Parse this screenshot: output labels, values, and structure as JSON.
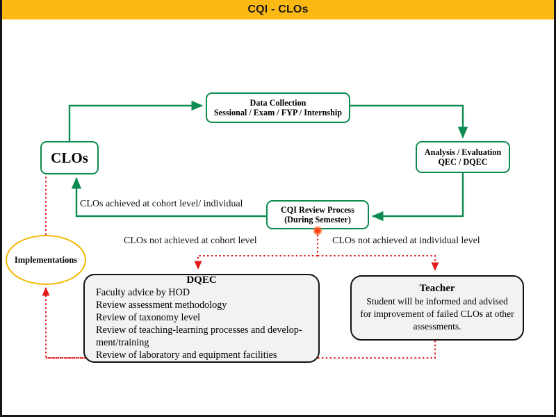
{
  "header": {
    "title": "CQI - CLOs",
    "bar_color": "#FDB913"
  },
  "colors": {
    "green_flow": "#0d8a4f",
    "red_dotted": "#e11b1b",
    "ellipse_gold": "#F2B705",
    "box_dark": "#111111",
    "box_fill": "#f2f2f2"
  },
  "nodes": {
    "clos": {
      "label": "CLOs"
    },
    "data_collection": {
      "line1": "Data Collection",
      "line2": "Sessional / Exam / FYP / Internship"
    },
    "analysis": {
      "line1": "Analysis / Evaluation",
      "line2": "QEC / DQEC"
    },
    "cqi_review": {
      "line1": "CQI Review Process",
      "line2": "(During Semester)"
    },
    "implementations": {
      "label": "Implementations"
    },
    "dqec": {
      "title": "DQEC",
      "items": [
        "Faculty advice by HOD",
        "Review assessment methodology",
        "Review of taxonomy level",
        "Review of teaching-learning processes and develop-\nment/training",
        "Review of laboratory and equipment facilities"
      ]
    },
    "teacher": {
      "title": "Teacher",
      "body": "Student  will be informed and advised for improvement of failed CLOs at other assessments."
    }
  },
  "edge_labels": {
    "achieved": "CLOs achieved at cohort level/ individual",
    "not_achieved_cohort": "CLOs not achieved at cohort level",
    "not_achieved_individual": "CLOs not achieved at individual level"
  }
}
